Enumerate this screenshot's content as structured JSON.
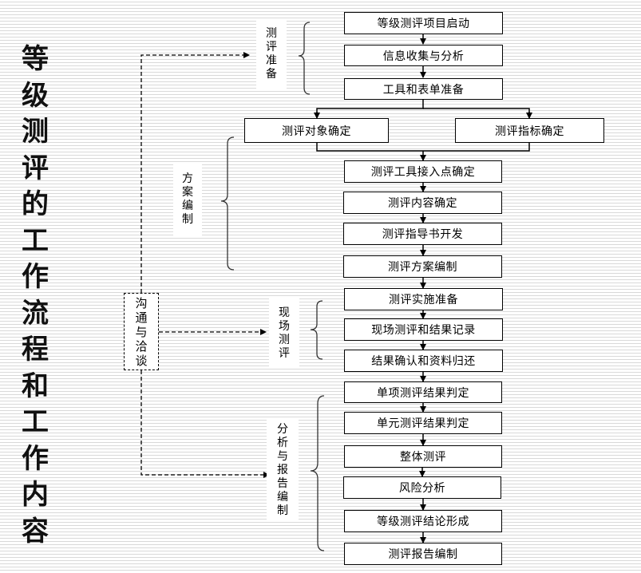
{
  "title": "等级测评的工作流程和工作内容",
  "communication": "沟通与洽谈",
  "phases": {
    "preparation": "测评准备",
    "plan": "方案编制",
    "onsite": "现场测评",
    "analysis": "分析与报告编制"
  },
  "steps": {
    "s1": "等级测评项目启动",
    "s2": "信息收集与分析",
    "s3": "工具和表单准备",
    "s4a": "测评对象确定",
    "s4b": "测评指标确定",
    "s5": "测评工具接入点确定",
    "s6": "测评内容确定",
    "s7": "测评指导书开发",
    "s8": "测评方案编制",
    "s9": "测评实施准备",
    "s10": "现场测评和结果记录",
    "s11": "结果确认和资料归还",
    "s12": "单项测评结果判定",
    "s13": "单元测评结果判定",
    "s14": "整体测评",
    "s15": "风险分析",
    "s16": "等级测评结论形成",
    "s17": "测评报告编制"
  },
  "colors": {
    "line": "#000000",
    "bracket": "#333333",
    "stripe": "#d9d9d9"
  }
}
